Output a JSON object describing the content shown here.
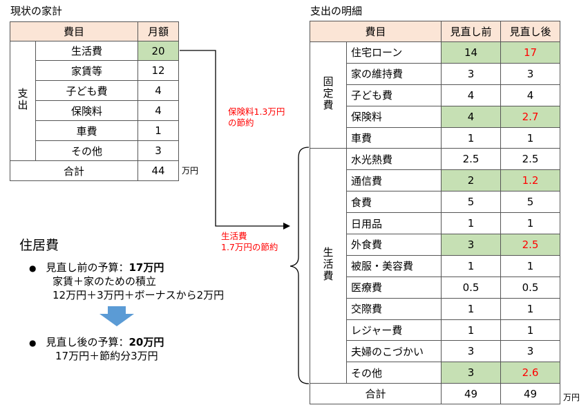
{
  "left": {
    "title": "現状の家計",
    "header": {
      "item": "費目",
      "amount": "月額"
    },
    "category": "支出",
    "rows": [
      {
        "item": "生活費",
        "value": "20"
      },
      {
        "item": "家賃等",
        "value": "12"
      },
      {
        "item": "子ども費",
        "value": "4"
      },
      {
        "item": "保険料",
        "value": "4"
      },
      {
        "item": "車費",
        "value": "1"
      },
      {
        "item": "その他",
        "value": "3"
      }
    ],
    "total_label": "合計",
    "total_value": "44",
    "unit": "万円"
  },
  "annotations": {
    "insurance": [
      "保険料1.3万円",
      "の節約"
    ],
    "living": [
      "生活費",
      "1.7万円の節約"
    ]
  },
  "housing": {
    "title": "住居費",
    "before_label": "見直し前の予算：",
    "before_value": "17万円",
    "before_line1": "家賃＋家のための積立",
    "before_line2": "12万円＋3万円＋ボーナスから2万円",
    "after_label": "見直し後の予算：",
    "after_value": "20万円",
    "after_line1": "17万円＋節約分3万円",
    "bullet": "●"
  },
  "right": {
    "title": "支出の明細",
    "header": {
      "item": "費目",
      "before": "見直し前",
      "after": "見直し後"
    },
    "fixed_label": "固定費",
    "living_label": "生活費",
    "fixed_rows": [
      {
        "item": "住宅ローン",
        "before": "14",
        "after": "17"
      },
      {
        "item": "家の維持費",
        "before": "3",
        "after": "3"
      },
      {
        "item": "子ども費",
        "before": "4",
        "after": "4"
      },
      {
        "item": "保険料",
        "before": "4",
        "after": "2.7"
      },
      {
        "item": "車費",
        "before": "1",
        "after": "1"
      }
    ],
    "living_rows": [
      {
        "item": "水光熱費",
        "before": "2.5",
        "after": "2.5"
      },
      {
        "item": "通信費",
        "before": "2",
        "after": "1.2"
      },
      {
        "item": "食費",
        "before": "5",
        "after": "5"
      },
      {
        "item": "日用品",
        "before": "1",
        "after": "1"
      },
      {
        "item": "外食費",
        "before": "3",
        "after": "2.5"
      },
      {
        "item": "被服・美容費",
        "before": "1",
        "after": "1"
      },
      {
        "item": "医療費",
        "before": "0.5",
        "after": "0.5"
      },
      {
        "item": "交際費",
        "before": "1",
        "after": "1"
      },
      {
        "item": "レジャー費",
        "before": "1",
        "after": "1"
      },
      {
        "item": "夫婦のこづかい",
        "before": "3",
        "after": "3"
      },
      {
        "item": "その他",
        "before": "3",
        "after": "2.6"
      }
    ],
    "total_label": "合計",
    "total_before": "49",
    "total_after": "49",
    "unit": "万円"
  },
  "colors": {
    "header": "#fbe5d6",
    "highlight": "#c6e0b4",
    "changed": "#ff0000",
    "arrow": "#5b9bd5"
  }
}
